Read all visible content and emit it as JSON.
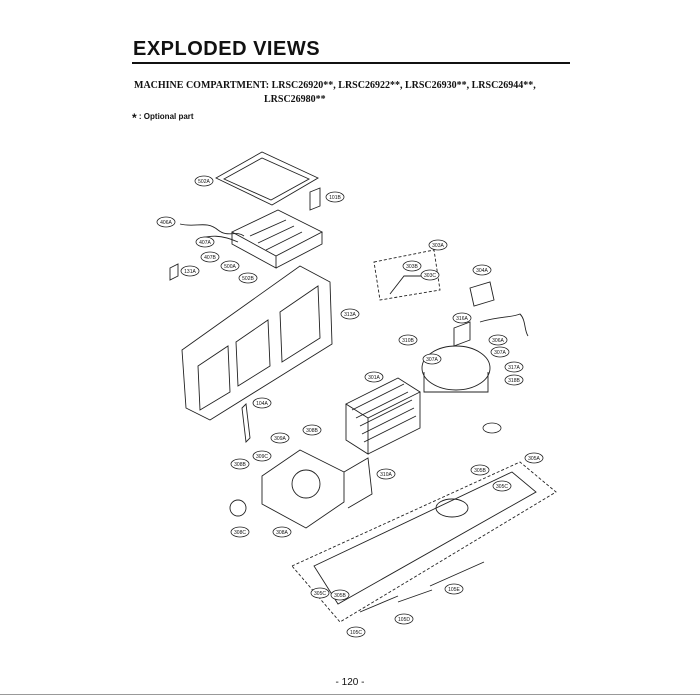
{
  "header": {
    "title": "EXPLODED VIEWS",
    "subtitle_line1": "MACHINE COMPARTMENT: LRSC26920**, LRSC26922**, LRSC26930**, LRSC26944**,",
    "subtitle_line2": "LRSC26980**",
    "note_symbol": "*",
    "note_text": ": Optional part"
  },
  "diagram": {
    "callouts": [
      "502A",
      "101B",
      "406A",
      "407A",
      "407B",
      "500A",
      "502B",
      "131A",
      "313A",
      "303A",
      "303B",
      "303C",
      "304A",
      "316A",
      "310B",
      "307A",
      "306A",
      "307A",
      "317A",
      "318B",
      "301A",
      "104A",
      "308B",
      "309A",
      "309C",
      "310A",
      "305B",
      "305A",
      "305C",
      "308B",
      "308A",
      "308C",
      "305C",
      "305B",
      "105C",
      "105D",
      "105E"
    ]
  },
  "footer": {
    "page_number": "- 120 -"
  }
}
